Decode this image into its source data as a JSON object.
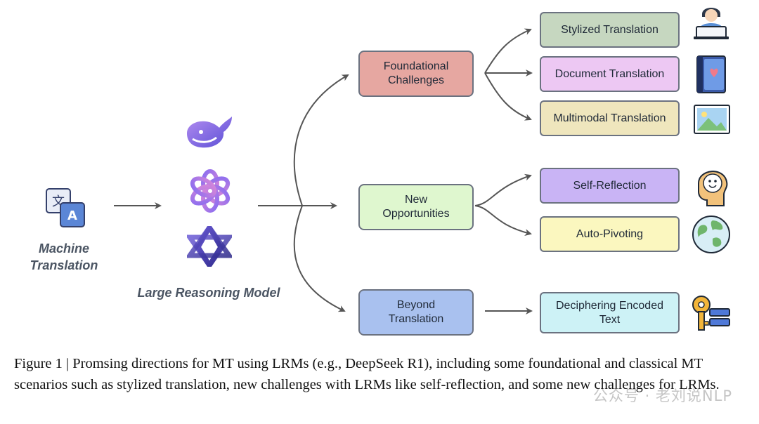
{
  "input": {
    "label": "Machine\nTranslation"
  },
  "model": {
    "label": "Large Reasoning Model",
    "logos": [
      "deepseek-whale-icon",
      "openai-knot-icon",
      "qwen-star-icon"
    ]
  },
  "categories": [
    {
      "label": "Foundational\nChallenges",
      "color": "#e6a7a1"
    },
    {
      "label": "New\nOpportunities",
      "color": "#dff7cf"
    },
    {
      "label": "Beyond\nTranslation",
      "color": "#a9c1ef"
    }
  ],
  "items": [
    {
      "label": "Stylized Translation",
      "color": "#c6d7c0",
      "icon": "person-at-laptop-icon"
    },
    {
      "label": "Document Translation",
      "color": "#edc8f3",
      "icon": "book-with-heart-icon"
    },
    {
      "label": "Multimodal Translation",
      "color": "#efe6bd",
      "icon": "landscape-picture-icon"
    },
    {
      "label": "Self-Reflection",
      "color": "#c9b4f5",
      "icon": "smiling-head-icon"
    },
    {
      "label": "Auto-Pivoting",
      "color": "#fbf7bf",
      "icon": "globe-icon"
    },
    {
      "label": "Deciphering Encoded\nText",
      "color": "#cdf2f6",
      "icon": "key-icon"
    }
  ],
  "caption": "Figure 1 | Promsing directions for MT using LRMs (e.g., DeepSeek R1), including some foundational and classical MT scenarios such as stylized translation, new challenges with LRMs like self-reflection, and some new challenges for LRMs.",
  "watermark": "公众号 · 老刘说NLP"
}
